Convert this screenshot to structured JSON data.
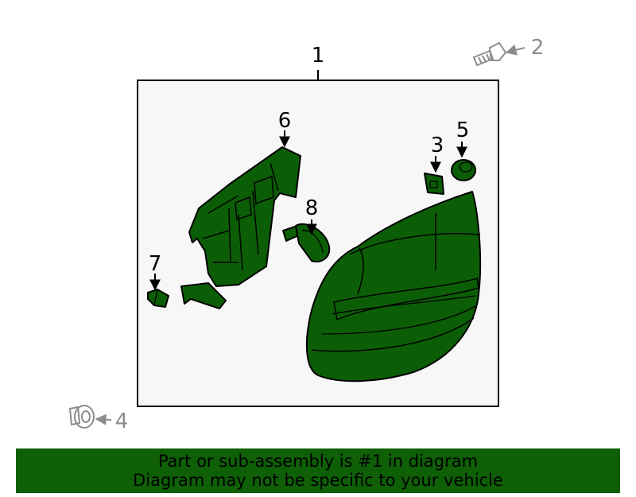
{
  "colors": {
    "part_fill": "#0b5e05",
    "panel_fill": "#f7f7f7",
    "outline": "#000000",
    "outside_part": "#8c8c8c",
    "banner_bg": "#0e5f06"
  },
  "callouts": {
    "assembly": "1",
    "screw": "2",
    "nut": "3",
    "clip": "4",
    "grommet": "5",
    "bracket": "6",
    "socket": "7",
    "bulb": "8"
  },
  "banner": {
    "line1": "Part or sub-assembly is #1 in diagram",
    "line2": "Diagram may not be specific to your vehicle"
  }
}
